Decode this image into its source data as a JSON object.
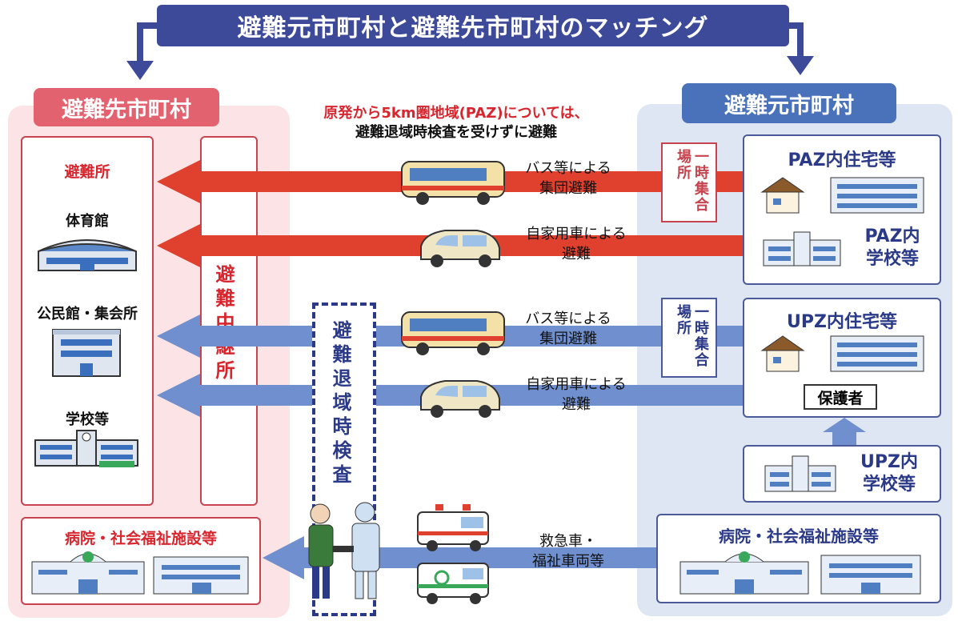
{
  "title": "避難元市町村と避難先市町村のマッチング",
  "left_panel": {
    "tag": "避難先市町村",
    "shelter_heading": "避難所",
    "shelters": [
      "体育館",
      "公民館・集会所",
      "学校等"
    ],
    "relay": "避難中継所",
    "hospital": "病院・社会福祉施設等"
  },
  "right_panel": {
    "tag": "避難元市町村",
    "paz_homes": "PAZ内住宅等",
    "paz_school": "PAZ内\n学校等",
    "upz_homes": "UPZ内住宅等",
    "guardian": "保護者",
    "upz_school": "UPZ内\n学校等",
    "hospital": "病院・社会福祉施設等"
  },
  "note_line1": "原発から5km圏地域(PAZ)については、",
  "note_line2": "避難退域時検査を受けずに避難",
  "assembly_point": "一時集合場所",
  "routes": {
    "bus": "バス等による\n集団避難",
    "car": "自家用車による\n避難",
    "ambulance": "救急車・\n福祉車両等"
  },
  "screening": "避難退域時検査",
  "colors": {
    "title_bg": "#3d4a99",
    "red_arrow": "#e0402e",
    "blue_arrow": "#6f8fcf",
    "left_panel": "#fbe3e6",
    "right_panel": "#dde6f2"
  }
}
